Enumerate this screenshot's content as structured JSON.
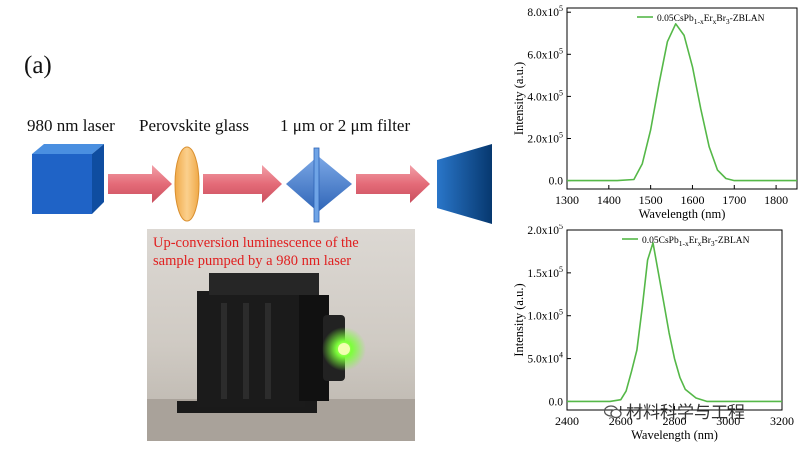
{
  "figure": {
    "panel_label": "(a)",
    "setup": {
      "stages": [
        "980 nm laser",
        "Perovskite glass",
        "1 μm or 2 μm filter"
      ],
      "colors": {
        "laser": "#1f63c6",
        "arrow": "#e46b78",
        "glass": "#f3b35e",
        "prism": "#3f78c7",
        "detector": "#0b4d97"
      }
    },
    "photo": {
      "caption_line1": "Up-conversion luminescence of the",
      "caption_line2": "sample pumped by a 980 nm laser",
      "glow_color": "#7cff3a"
    },
    "watermark": "材料科学与工程"
  },
  "chart_data": [
    {
      "type": "line",
      "title": "",
      "xlabel": "Wavelength (nm)",
      "ylabel": "Intensity (a.u.)",
      "xlim": [
        1300,
        1850
      ],
      "ylim": [
        -40000,
        820000
      ],
      "x_ticks": [
        1300,
        1400,
        1500,
        1600,
        1700,
        1800
      ],
      "y_ticks": [
        0,
        200000,
        400000,
        600000,
        800000
      ],
      "y_tick_labels": {
        "base": [
          "0.0",
          "2.0x10",
          "4.0x10",
          "6.0x10",
          "8.0x10"
        ],
        "exp": [
          "",
          "5",
          "5",
          "5",
          "5"
        ]
      },
      "legend": {
        "pre": "0.05CsPb",
        "s1": "1-x",
        "mid": "Er",
        "s2": "x",
        "mid2": "Br",
        "s3": "3",
        "post": "-ZBLAN",
        "placement": "top-right"
      },
      "color": "#55b848",
      "series": [
        {
          "x": [
            1300,
            1420,
            1460,
            1480,
            1500,
            1520,
            1540,
            1560,
            1580,
            1600,
            1620,
            1640,
            1660,
            1680,
            1700,
            1740,
            1850
          ],
          "y": [
            0,
            0,
            5000,
            80000,
            240000,
            460000,
            660000,
            745000,
            690000,
            540000,
            340000,
            160000,
            50000,
            10000,
            0,
            0,
            0
          ]
        }
      ]
    },
    {
      "type": "line",
      "title": "",
      "xlabel": "Wavelength (nm)",
      "ylabel": "Intensity (a.u.)",
      "xlim": [
        2400,
        3200
      ],
      "ylim": [
        -10000,
        200000
      ],
      "x_ticks": [
        2400,
        2600,
        2800,
        3000,
        3200
      ],
      "y_ticks": [
        0,
        50000,
        100000,
        150000,
        200000
      ],
      "y_tick_labels": {
        "base": [
          "0.0",
          "5.0x10",
          "1.0x10",
          "1.5x10",
          "2.0x10"
        ],
        "exp": [
          "",
          "4",
          "5",
          "5",
          "5"
        ]
      },
      "legend": {
        "pre": "0.05CsPb",
        "s1": "1-x",
        "mid": "Er",
        "s2": "x",
        "mid2": "Br",
        "s3": "3",
        "post": "-ZBLAN",
        "placement": "top-right"
      },
      "color": "#55b848",
      "series": [
        {
          "x": [
            2400,
            2560,
            2600,
            2620,
            2640,
            2660,
            2680,
            2700,
            2720,
            2740,
            2760,
            2780,
            2800,
            2820,
            2840,
            2880,
            2920,
            3000,
            3200
          ],
          "y": [
            0,
            0,
            2000,
            12000,
            35000,
            60000,
            110000,
            165000,
            185000,
            150000,
            115000,
            80000,
            50000,
            28000,
            14000,
            4000,
            0,
            0,
            0
          ]
        }
      ]
    }
  ]
}
